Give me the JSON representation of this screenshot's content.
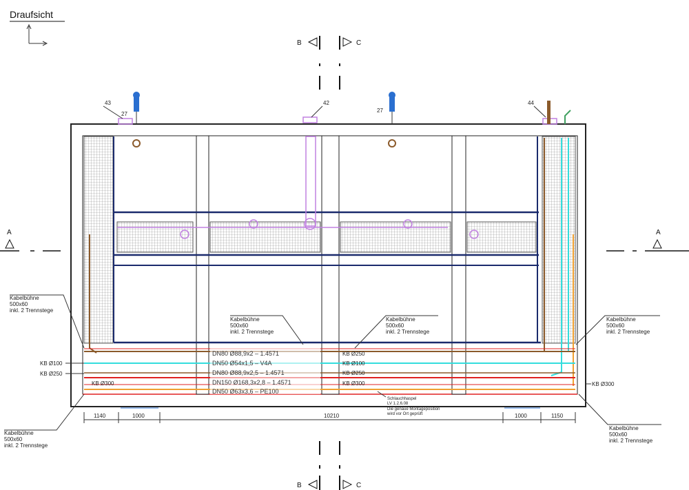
{
  "title": "Draufsicht",
  "section_marks": {
    "b": "B",
    "c": "C",
    "a": "A"
  },
  "position_labels": [
    "43",
    "27",
    "42",
    "27",
    "44"
  ],
  "cable_tray": {
    "line1": "Kabelbühne",
    "line2": "500x60",
    "line3": "inkl. 2 Trennstege"
  },
  "left_kb": [
    "KB Ø100",
    "KB Ø250",
    "KB Ø300"
  ],
  "right_kb": "KB Ø300",
  "pipes": [
    "DN80  Ø88,9x2  –  1.4571",
    "DN50  Ø54x1,5  –  V4A",
    "DN80  Ø88,9x2,5  –  1.4571",
    "DN150  Ø168,3x2,8  –  1.4571",
    "DN50  Ø63x3,6  –  PE100"
  ],
  "center_kb": [
    "KB Ø250",
    "KB Ø100",
    "KB Ø250",
    "KB Ø300"
  ],
  "hose_note": [
    "Schlauchhaspel",
    "LV 1.2.6.08",
    "Die genaue Montageposition",
    "wird vor Ort geprüft"
  ],
  "dimensions": [
    "1140",
    "1000",
    "10210",
    "1000",
    "1150"
  ],
  "colors": {
    "blue": "#1a2a6c",
    "cyan": "#33dddd",
    "red": "#e02020",
    "brown": "#8b5a2b",
    "orange": "#f0a030",
    "violet": "#c080e0",
    "green": "#40a060"
  }
}
